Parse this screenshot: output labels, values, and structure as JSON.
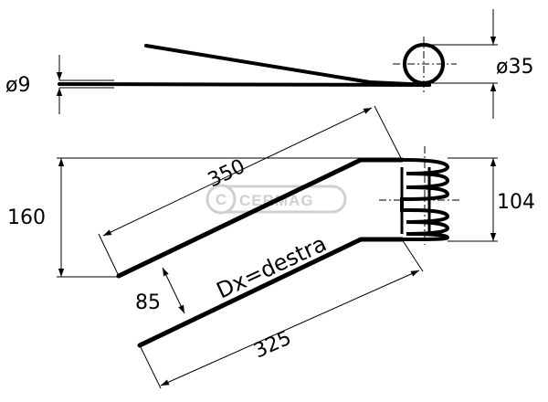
{
  "dimensions": {
    "wire_diameter": "ø9",
    "coil_diameter": "ø35",
    "length_long": "350",
    "length_short": "325",
    "height_total": "160",
    "coil_height": "104",
    "tine_spacing": "85"
  },
  "note": "Dx=destra",
  "watermark": {
    "text": "CERMAG",
    "color": "#c8c8c8"
  },
  "colors": {
    "line": "#000000",
    "background": "#ffffff"
  }
}
